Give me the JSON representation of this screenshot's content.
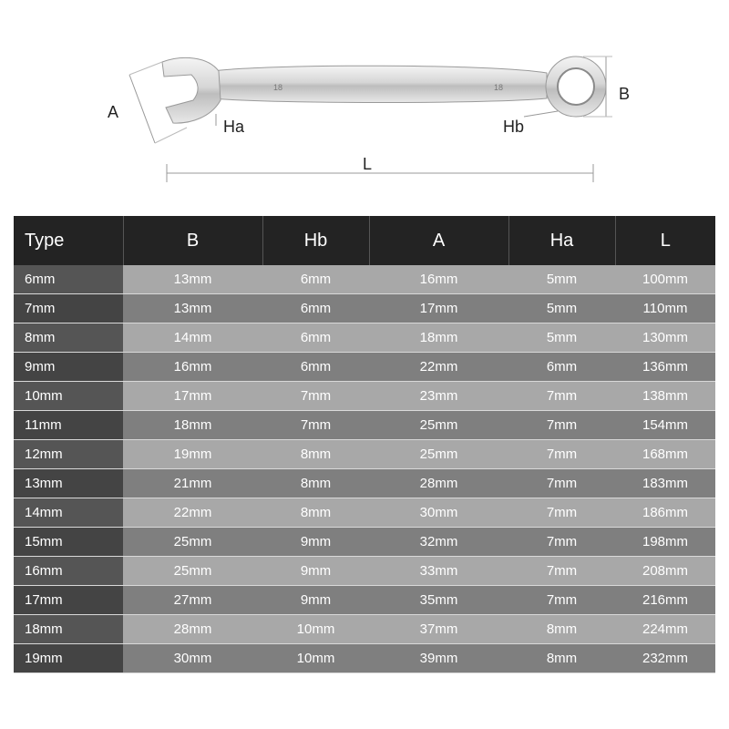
{
  "diagram": {
    "wrench_stamp_left": "18",
    "wrench_stamp_right": "18",
    "labels": {
      "a": "A",
      "b": "B",
      "ha": "Ha",
      "hb": "Hb",
      "l": "L"
    }
  },
  "table": {
    "headers": [
      "Type",
      "B",
      "Hb",
      "A",
      "Ha",
      "L"
    ],
    "rows": [
      [
        "6mm",
        "13mm",
        "6mm",
        "16mm",
        "5mm",
        "100mm"
      ],
      [
        "7mm",
        "13mm",
        "6mm",
        "17mm",
        "5mm",
        "110mm"
      ],
      [
        "8mm",
        "14mm",
        "6mm",
        "18mm",
        "5mm",
        "130mm"
      ],
      [
        "9mm",
        "16mm",
        "6mm",
        "22mm",
        "6mm",
        "136mm"
      ],
      [
        "10mm",
        "17mm",
        "7mm",
        "23mm",
        "7mm",
        "138mm"
      ],
      [
        "11mm",
        "18mm",
        "7mm",
        "25mm",
        "7mm",
        "154mm"
      ],
      [
        "12mm",
        "19mm",
        "8mm",
        "25mm",
        "7mm",
        "168mm"
      ],
      [
        "13mm",
        "21mm",
        "8mm",
        "28mm",
        "7mm",
        "183mm"
      ],
      [
        "14mm",
        "22mm",
        "8mm",
        "30mm",
        "7mm",
        "186mm"
      ],
      [
        "15mm",
        "25mm",
        "9mm",
        "32mm",
        "7mm",
        "198mm"
      ],
      [
        "16mm",
        "25mm",
        "9mm",
        "33mm",
        "7mm",
        "208mm"
      ],
      [
        "17mm",
        "27mm",
        "9mm",
        "35mm",
        "7mm",
        "216mm"
      ],
      [
        "18mm",
        "28mm",
        "10mm",
        "37mm",
        "8mm",
        "224mm"
      ],
      [
        "19mm",
        "30mm",
        "10mm",
        "39mm",
        "8mm",
        "232mm"
      ]
    ]
  }
}
